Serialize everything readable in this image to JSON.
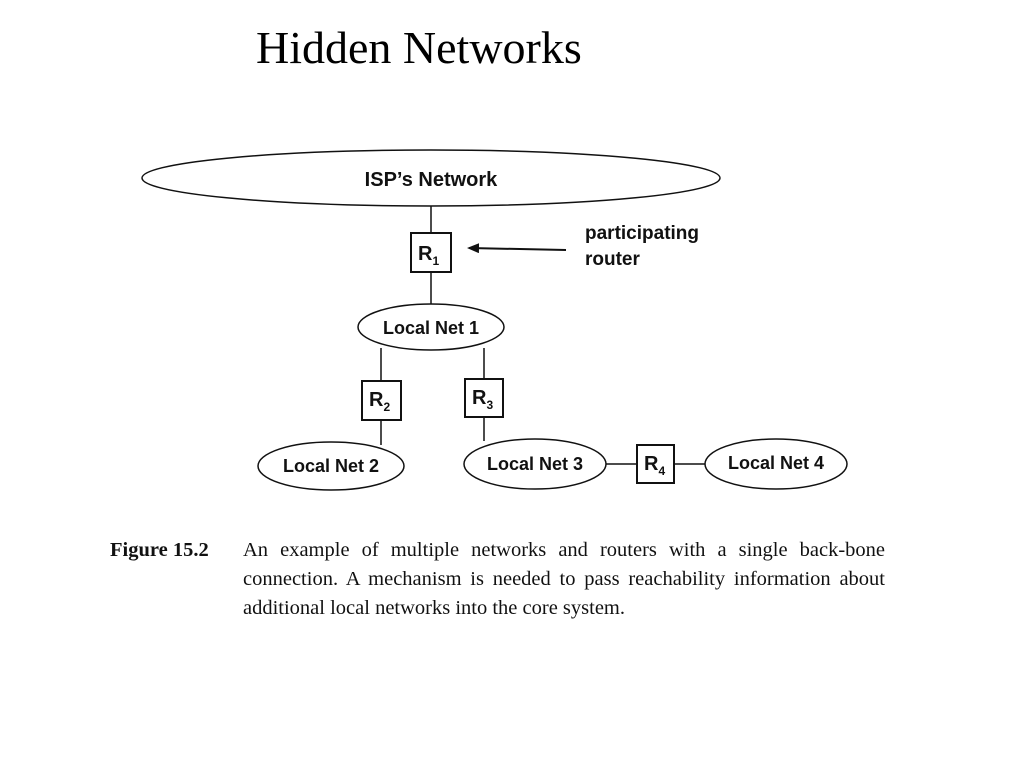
{
  "title": "Hidden Networks",
  "diagram": {
    "isp": "ISP’s Network",
    "annotation": [
      "participating",
      "router"
    ],
    "routers": {
      "r1": {
        "letter": "R",
        "sub": "1"
      },
      "r2": {
        "letter": "R",
        "sub": "2"
      },
      "r3": {
        "letter": "R",
        "sub": "3"
      },
      "r4": {
        "letter": "R",
        "sub": "4"
      }
    },
    "nets": {
      "net1": "Local Net 1",
      "net2": "Local Net 2",
      "net3": "Local Net 3",
      "net4": "Local Net 4"
    }
  },
  "caption": {
    "label": "Figure 15.2",
    "text": "An example of multiple networks and routers with a single back-bone connection. A mechanism is needed to pass reachability information about additional local networks into the core system."
  },
  "colors": {
    "background": "#ffffff",
    "ink": "#111111"
  }
}
